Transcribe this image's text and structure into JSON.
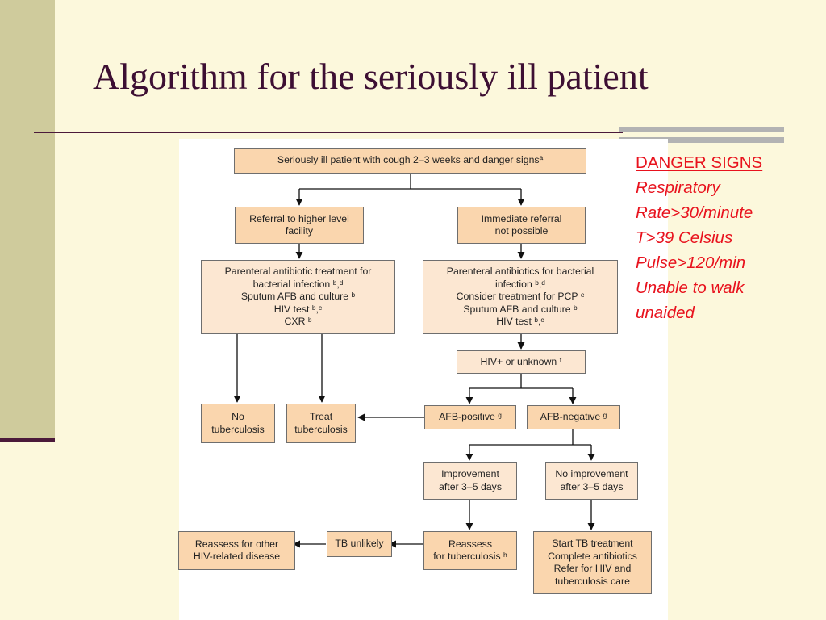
{
  "slide": {
    "title": "Algorithm for the seriously ill patient"
  },
  "danger_signs": {
    "heading": "DANGER SIGNS",
    "items": [
      "Respiratory",
      "Rate>30/minute",
      "T>39 Celsius",
      "Pulse>120/min",
      "Unable to walk",
      "unaided"
    ]
  },
  "flowchart": {
    "start": "Seriously ill patient with cough 2–3 weeks and danger signsª",
    "referral": "Referral to higher level\nfacility",
    "no_referral": "Immediate referral\nnot possible",
    "left_treatment": "Parenteral antibiotic treatment for\nbacterial infection ᵇ,ᵈ\nSputum AFB and culture ᵇ\nHIV test ᵇ,ᶜ\nCXR ᵇ",
    "right_treatment": "Parenteral antibiotics for bacterial\ninfection ᵇ,ᵈ\nConsider treatment for PCP ᵉ\nSputum AFB and culture ᵇ\nHIV test ᵇ,ᶜ",
    "hiv_status": "HIV+ or unknown ᶠ",
    "no_tb": "No\ntuberculosis",
    "treat_tb": "Treat\ntuberculosis",
    "afb_positive": "AFB-positive ᵍ",
    "afb_negative": "AFB-negative ᵍ",
    "improvement": "Improvement\nafter 3–5 days",
    "no_improvement": "No improvement\nafter 3–5 days",
    "reassess_hiv": "Reassess for other\nHIV-related disease",
    "tb_unlikely": "TB unlikely",
    "reassess_tb": "Reassess\nfor tuberculosis ʰ",
    "start_tb": "Start TB treatment\nComplete antibiotics\nRefer for HIV and\ntuberculosis care"
  },
  "colors": {
    "background": "#FCF8DC",
    "accent": "#4B1A3A",
    "node_fill": "#FAD6AE",
    "danger_text": "#E8121D"
  }
}
